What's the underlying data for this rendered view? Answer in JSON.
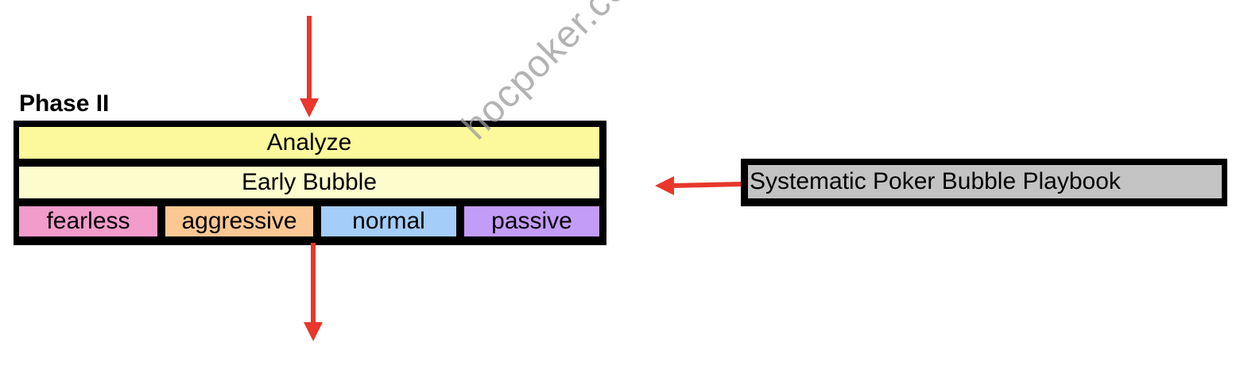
{
  "phase": {
    "title": "Phase II",
    "rows": {
      "analyze": "Analyze",
      "early_bubble": "Early Bubble"
    },
    "styles": [
      {
        "label": "fearless",
        "color": "#f19ccb"
      },
      {
        "label": "aggressive",
        "color": "#fbc894"
      },
      {
        "label": "normal",
        "color": "#a4cdf9"
      },
      {
        "label": "passive",
        "color": "#c39cf7"
      }
    ]
  },
  "playbook": {
    "label": "Systematic Poker Bubble Playbook"
  },
  "watermark": "hocpoker.com",
  "colors": {
    "arrow": "#e8372c",
    "border": "#000000",
    "analyze_bg": "#fbf99c",
    "early_bubble_bg": "#fcfccc",
    "playbook_bg": "#c3c3c3"
  }
}
